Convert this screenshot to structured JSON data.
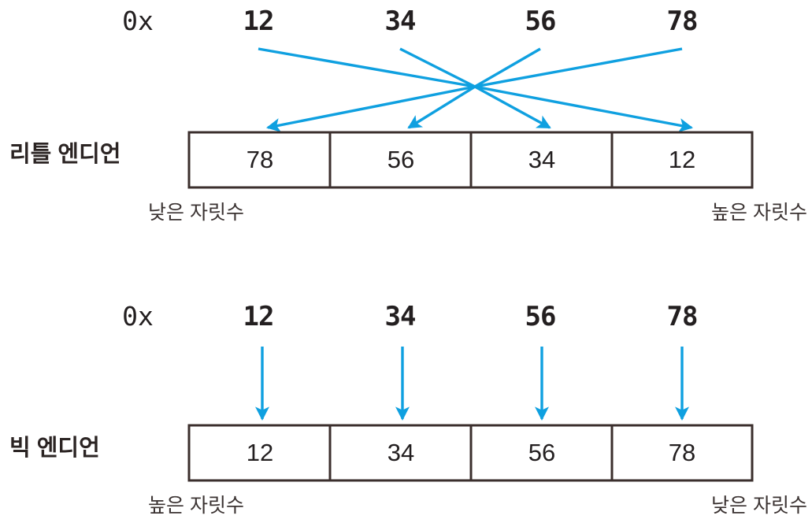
{
  "diagram": {
    "title_role": "endianness-byte-order-diagram",
    "accent_color": "#0FA0E0",
    "line_color": "#3b2f2d",
    "text_color": "#231f20",
    "hex_prefix": "0x",
    "source_bytes": [
      "12",
      "34",
      "56",
      "78"
    ],
    "sections": [
      {
        "id": "little-endian",
        "label": "리틀 엔디언",
        "header_bytes": [
          "12",
          "34",
          "56",
          "78"
        ],
        "cells": [
          "78",
          "56",
          "34",
          "12"
        ],
        "caption_left": "낮은 자릿수",
        "caption_right": "높은 자릿수",
        "mapping": "crossed"
      },
      {
        "id": "big-endian",
        "label": "빅 엔디언",
        "header_bytes": [
          "12",
          "34",
          "56",
          "78"
        ],
        "cells": [
          "12",
          "34",
          "56",
          "78"
        ],
        "caption_left": "높은 자릿수",
        "caption_right": "낮은 자릿수",
        "mapping": "straight"
      }
    ]
  }
}
